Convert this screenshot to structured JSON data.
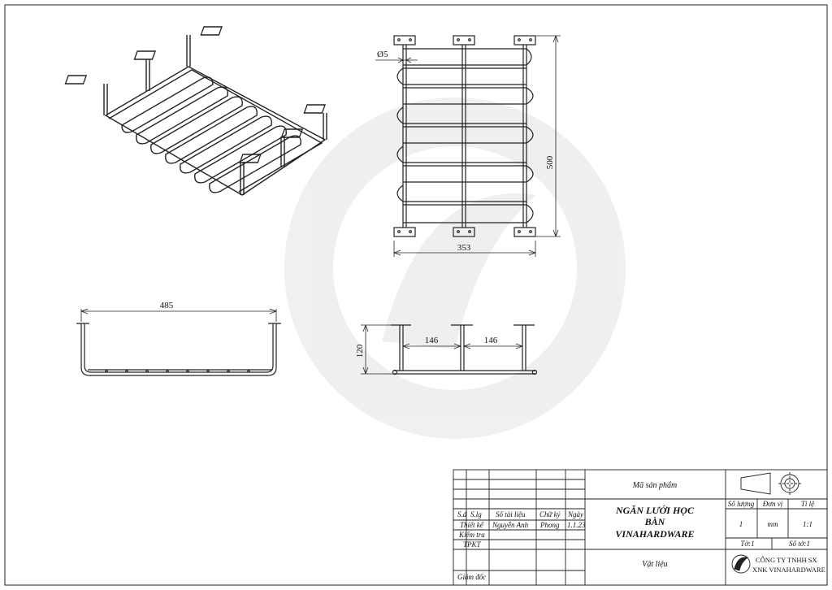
{
  "drawing": {
    "dimensions": {
      "diameter": "Ø5",
      "height_top": "500",
      "width_top": "353",
      "length_front": "485",
      "height_side": "120",
      "spacing_left": "146",
      "spacing_right": "146"
    }
  },
  "title_block": {
    "revision_headers": [
      "S.đ",
      "S.lg",
      "Số tài liệu",
      "Chữ ký",
      "Ngày"
    ],
    "designer_label": "Thiết kế",
    "designer_name": "Nguyễn Anh",
    "designer_sign": "Phong",
    "designer_date": "1.1.23",
    "checker_label": "Kiểm tra",
    "tpkt_label": "TPKT",
    "director_label": "Giám đốc",
    "product_code_label": "Mã sản phẩm",
    "product_name": [
      "NGĂN LƯỚI HỌC",
      "BÀN",
      "VINAHARDWARE"
    ],
    "material_label": "Vật liệu",
    "qty_label": "Số lượng",
    "unit_label": "Đơn vị",
    "scale_label": "Tỉ lệ",
    "qty_value": "1",
    "unit_value": "mm",
    "scale_value": "1:1",
    "sheet_label": "Tờ:1",
    "sheets_label": "Số tờ:1",
    "company_line1": "CÔNG TY TNHH SX",
    "company_line2": "XNK VINAHARDWARE"
  }
}
